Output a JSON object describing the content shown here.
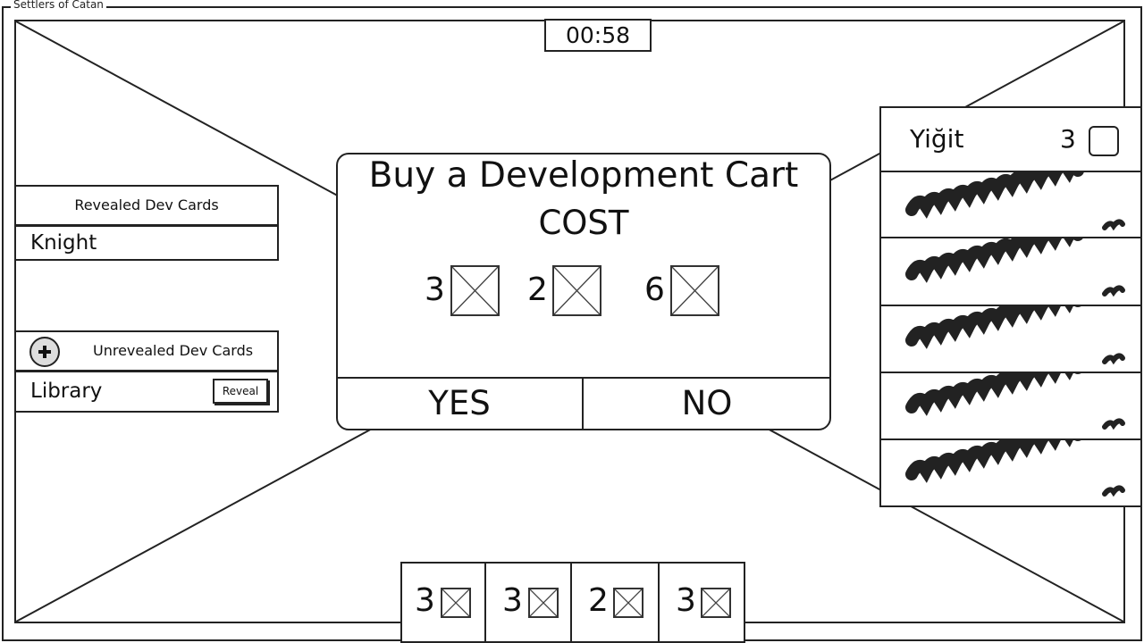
{
  "window": {
    "title": "Settlers of Catan"
  },
  "timer": "00:58",
  "revealed": {
    "header": "Revealed Dev Cards",
    "items": [
      "Knight"
    ]
  },
  "unrevealed": {
    "header": "Unrevealed Dev Cards",
    "add_icon": "plus-circle-icon",
    "items": [
      "Library"
    ],
    "reveal_label": "Reveal"
  },
  "dialog": {
    "title": "Buy a Development Cart",
    "subtitle": "COST",
    "costs": [
      "3",
      "2",
      "6"
    ],
    "yes_label": "YES",
    "no_label": "NO"
  },
  "players": {
    "current": {
      "name": "Yiğit",
      "count": "3"
    },
    "others_placeholder_count": 5
  },
  "tray": {
    "resources": [
      "3",
      "3",
      "2",
      "3"
    ]
  }
}
